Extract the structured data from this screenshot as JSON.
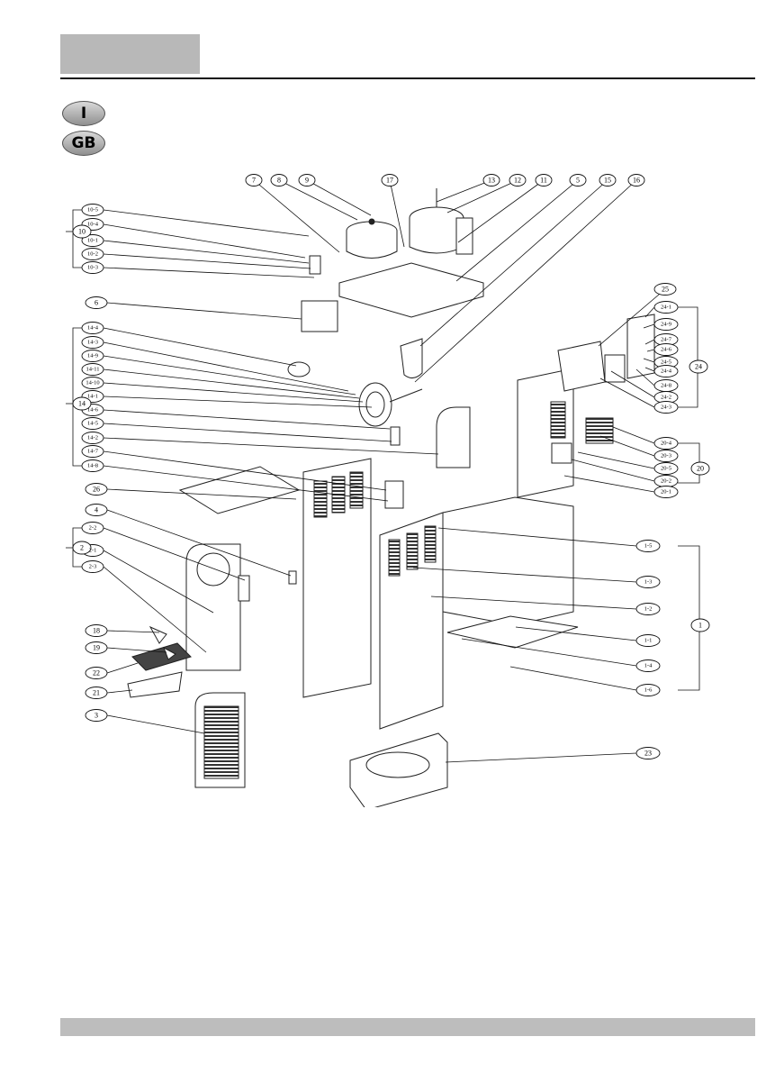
{
  "badges": {
    "lang_i": "I",
    "lang_gb": "GB"
  },
  "diagram": {
    "callouts": {
      "c7": "7",
      "c8": "8",
      "c9": "9",
      "c17": "17",
      "c13": "13",
      "c12": "12",
      "c11": "11",
      "c5": "5",
      "c15": "15",
      "c16": "16",
      "c10": "10",
      "c10_5": "10-5",
      "c10_4": "10-4",
      "c10_1": "10-1",
      "c10_2": "10-2",
      "c10_3": "10-3",
      "c6": "6",
      "c14": "14",
      "c14_4": "14-4",
      "c14_3": "14-3",
      "c14_9": "14-9",
      "c14_11": "14-11",
      "c14_10": "14-10",
      "c14_1": "14-1",
      "c14_6": "14-6",
      "c14_5": "14-5",
      "c14_2": "14-2",
      "c14_7": "14-7",
      "c14_8": "14-8",
      "c26": "26",
      "c4": "4",
      "c2": "2",
      "c2_2": "2-2",
      "c2_1": "2-1",
      "c2_3": "2-3",
      "c18": "18",
      "c19": "19",
      "c22": "22",
      "c21": "21",
      "c3": "3",
      "c25": "25",
      "c24": "24",
      "c24_1": "24-1",
      "c24_9": "24-9",
      "c24_7": "24-7",
      "c24_6": "24-6",
      "c24_5": "24-5",
      "c24_4": "24-4",
      "c24_8": "24-8",
      "c24_2": "24-2",
      "c24_3": "24-3",
      "c20": "20",
      "c20_4": "20-4",
      "c20_3": "20-3",
      "c20_5": "20-5",
      "c20_2": "20-2",
      "c20_1": "20-1",
      "c1": "1",
      "c1_5": "1-5",
      "c1_3": "1-3",
      "c1_2": "1-2",
      "c1_1": "1-1",
      "c1_4": "1-4",
      "c1_6": "1-6",
      "c23": "23"
    }
  }
}
